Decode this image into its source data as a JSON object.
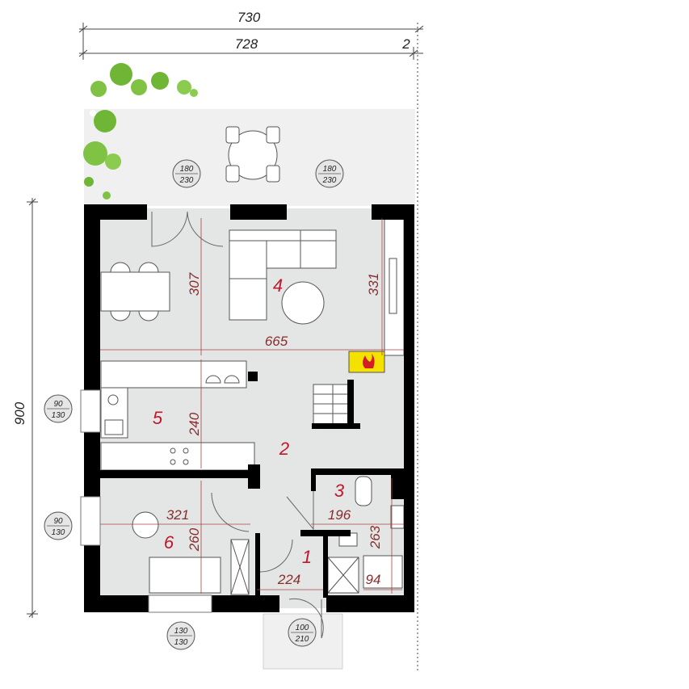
{
  "overall": {
    "width_total": "730",
    "width_main": "728",
    "width_extra": "2",
    "height_total": "900"
  },
  "rooms": [
    {
      "id": "room-1",
      "number": "1"
    },
    {
      "id": "room-2",
      "number": "2"
    },
    {
      "id": "room-3",
      "number": "3"
    },
    {
      "id": "room-4",
      "number": "4"
    },
    {
      "id": "room-5",
      "number": "5"
    },
    {
      "id": "room-6",
      "number": "6"
    }
  ],
  "dimensions": {
    "living_depth": "307",
    "living_right": "331",
    "living_width": "665",
    "kitchen_depth": "240",
    "room6_width": "321",
    "room6_depth": "260",
    "bath_width": "196",
    "bath_depth": "263",
    "hall_width": "224",
    "closet_width": "94"
  },
  "openings": {
    "terrace_door_left": {
      "w": "180",
      "h": "230"
    },
    "terrace_door_right": {
      "w": "180",
      "h": "230"
    },
    "kitchen_window": {
      "w": "90",
      "h": "130"
    },
    "room6_side_window": {
      "w": "90",
      "h": "130"
    },
    "room6_front_window": {
      "w": "130",
      "h": "130"
    },
    "entrance_door": {
      "w": "100",
      "h": "210"
    }
  },
  "colors": {
    "wall": "#000000",
    "floor": "#e4e5e5",
    "terrace": "#f0f0f0",
    "dimension_text": "#8a2c2c",
    "room_number": "#c0172b",
    "fireplace": "#f5e100",
    "plant": "#6fb536"
  }
}
